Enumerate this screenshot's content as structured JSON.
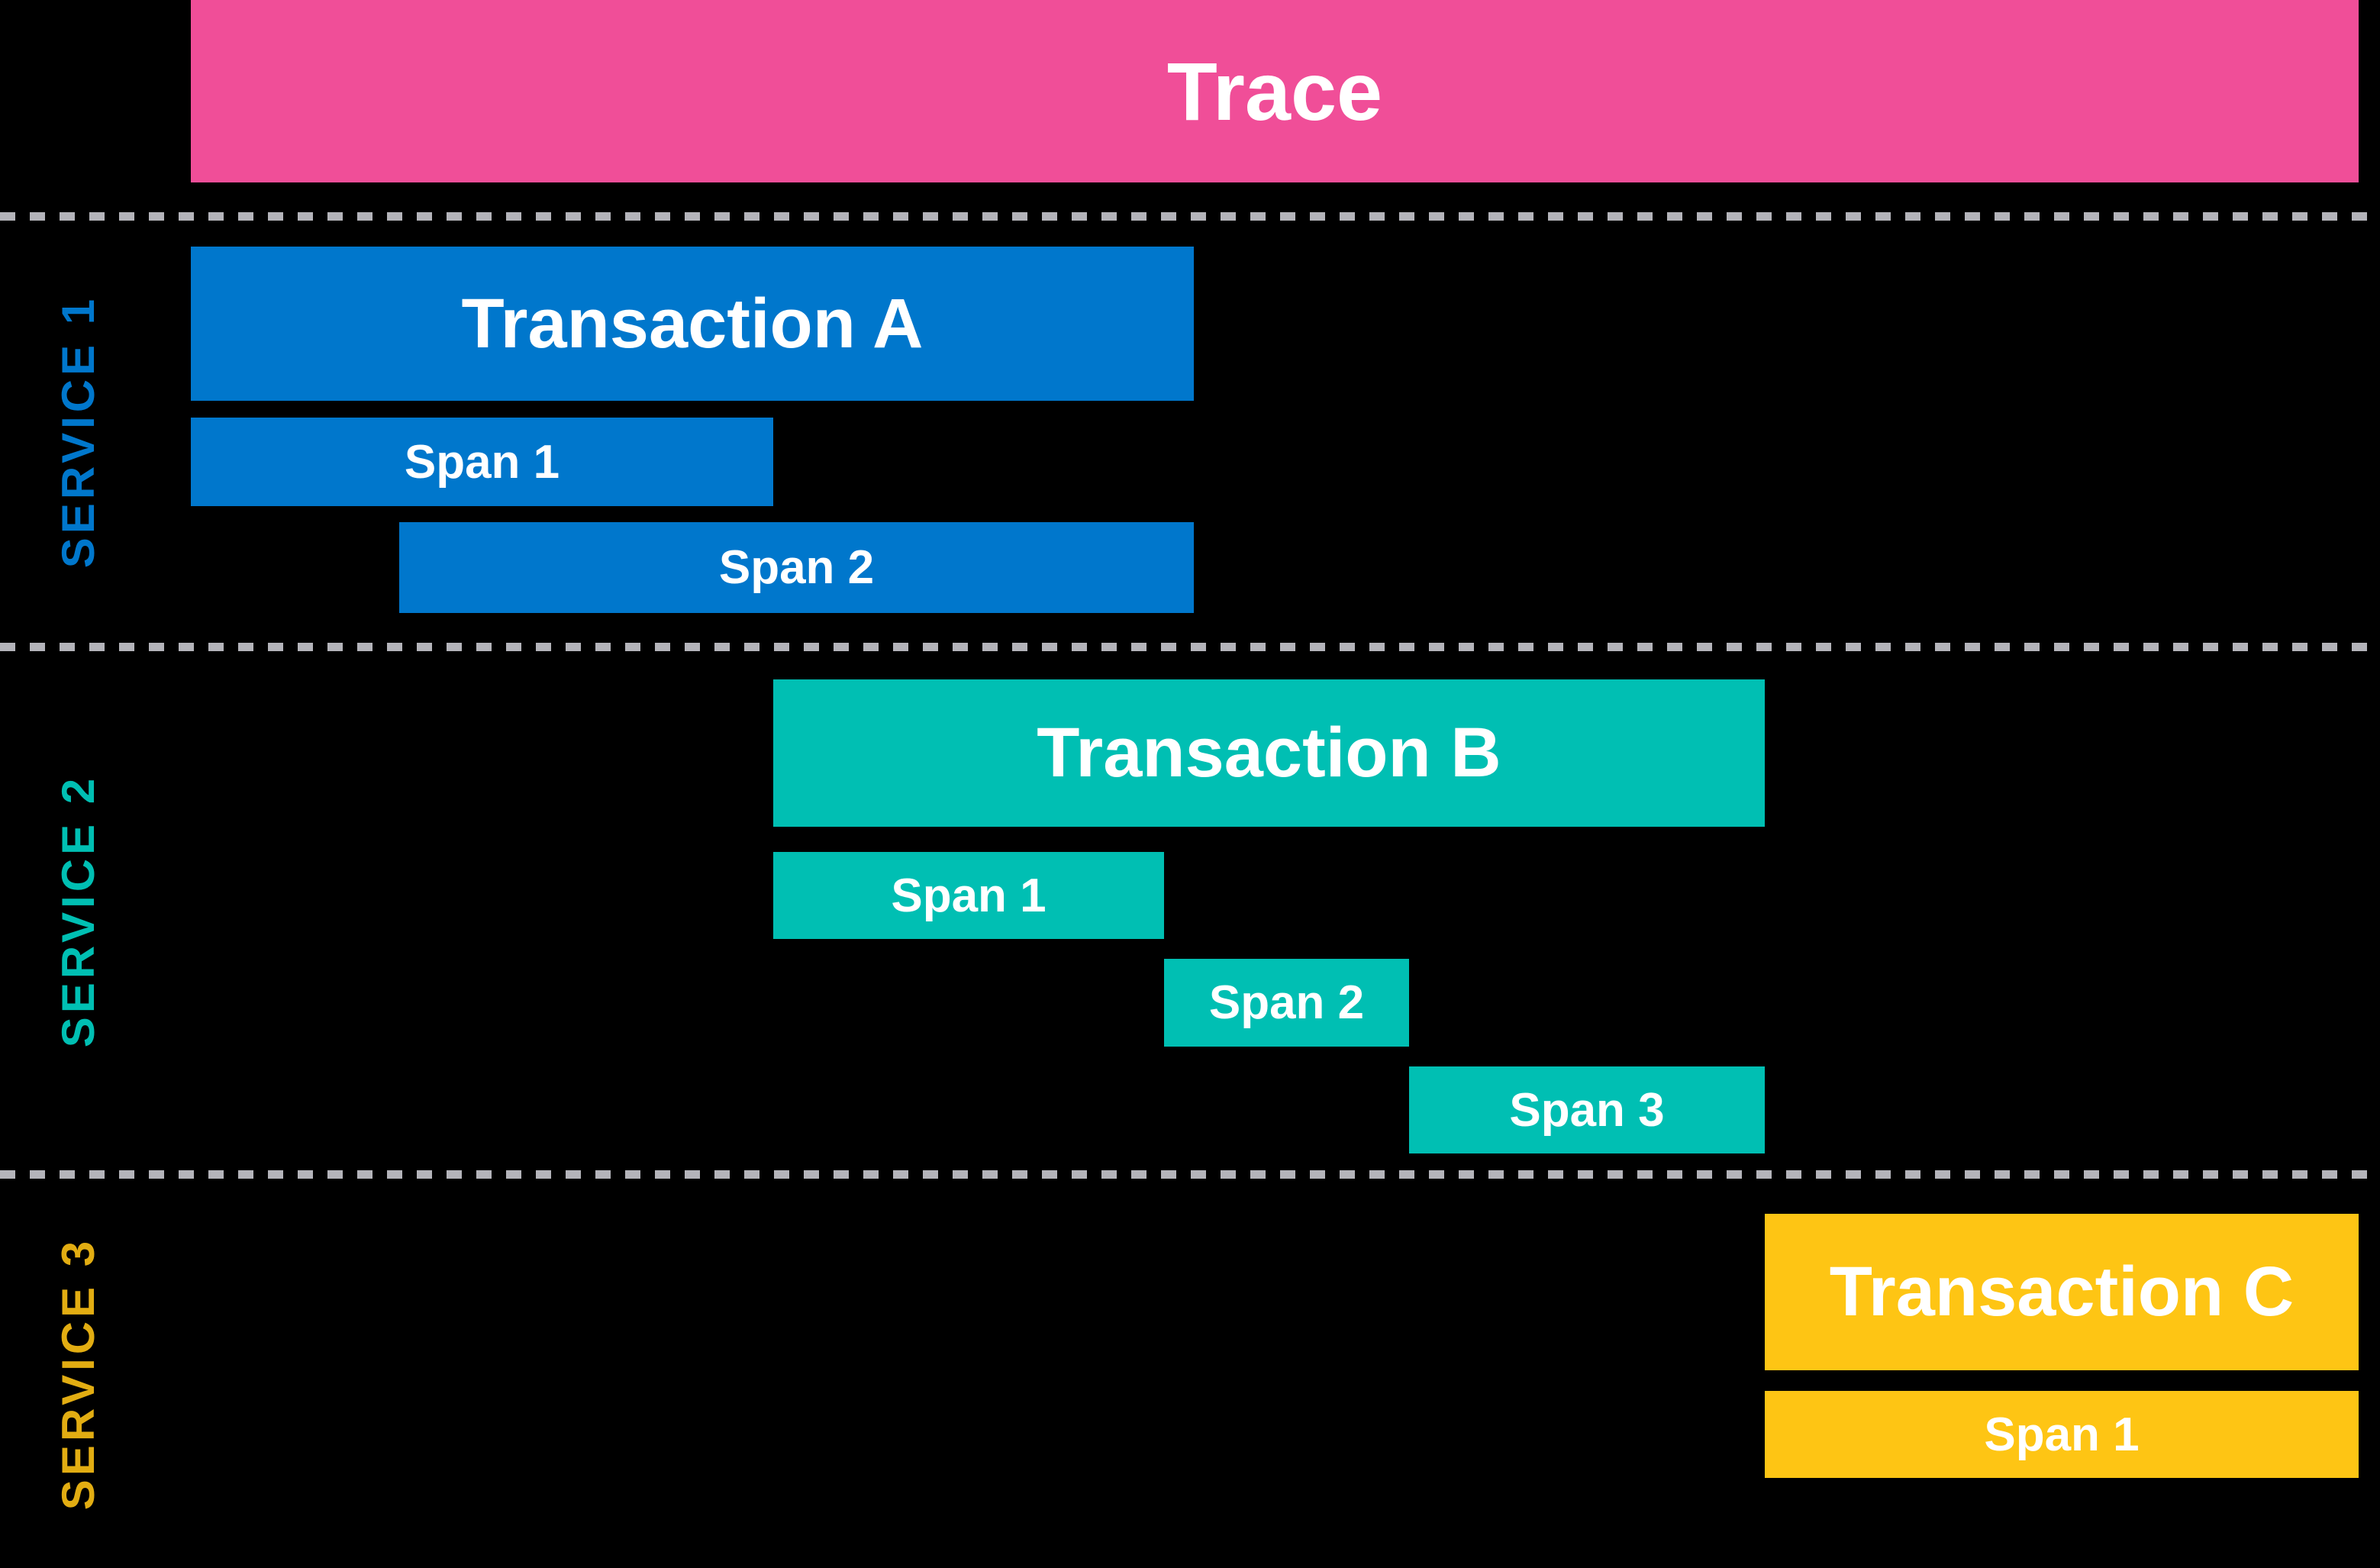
{
  "title": "Distributed trace waterfall diagram",
  "colors": {
    "background": "#000000",
    "trace": "#F04E98",
    "service1": "#0077CC",
    "service2": "#00BFB3",
    "service3": "#FEC514",
    "service3Label": "#E2AD12",
    "divider": "#B4B4BA",
    "barText": "#FFFFFF"
  },
  "trace": {
    "label": "Trace"
  },
  "services": [
    {
      "label": "SERVICE 1",
      "bars": [
        {
          "label": "Transaction A"
        },
        {
          "label": "Span 1"
        },
        {
          "label": "Span 2"
        }
      ]
    },
    {
      "label": "SERVICE 2",
      "bars": [
        {
          "label": "Transaction B"
        },
        {
          "label": "Span 1"
        },
        {
          "label": "Span 2"
        },
        {
          "label": "Span 3"
        }
      ]
    },
    {
      "label": "SERVICE 3",
      "bars": [
        {
          "label": "Transaction C"
        },
        {
          "label": "Span 1"
        }
      ]
    }
  ]
}
